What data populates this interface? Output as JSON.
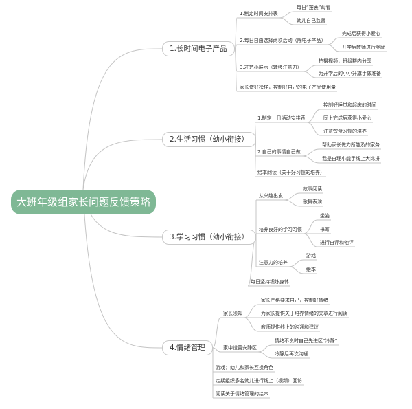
{
  "root": "大班年级组家长问题反馈策略",
  "branches": [
    {
      "label": "1.长时间电子产品",
      "children": [
        {
          "label": "1.制定时间安排表",
          "children": [
            "每日“按表”观看",
            "幼儿自己监督"
          ]
        },
        {
          "label": "2.每日自由选择两项活动（除电子产品）",
          "children": [
            "完成后获得小爱心",
            "开学后教师进行奖励"
          ]
        },
        {
          "label": "3.才艺小展示（转移注意力）",
          "children": [
            "拍摄视频，班级群内分享",
            "为开学后的小小升旗手做准备"
          ]
        },
        {
          "label": "家长做好榜样，控制好自己的电子产品使用量",
          "children": []
        }
      ]
    },
    {
      "label": "2.生活习惯（幼小衔接）",
      "children": [
        {
          "label": "1.制定一日活动安排表",
          "children": [
            "控制好睡觉和起床的时间",
            "同上完成后获得小爱心",
            "注意饮食习惯的培养"
          ]
        },
        {
          "label": "2.自己的事情自己做",
          "children": [
            "帮助家长做力所能及的家务",
            "我是自理小能手线上大比拼"
          ]
        },
        {
          "label": "绘本阅读（关于好习惯的培养）",
          "children": []
        }
      ]
    },
    {
      "label": "3.学习习惯（幼小衔接）",
      "children": [
        {
          "label": "从兴趣出发",
          "children": [
            "故事阅读",
            "歌舞表演"
          ]
        },
        {
          "label": "培养良好的学习习惯",
          "children": [
            "坐姿",
            "书写",
            "进行自评和他评"
          ]
        },
        {
          "label": "注意力的培养",
          "children": [
            "游戏",
            "绘本"
          ]
        },
        {
          "label": "每日坚持锻炼身体",
          "children": []
        }
      ]
    },
    {
      "label": "4.情绪管理",
      "children": [
        {
          "label": "家长须知",
          "children": [
            "家长严格要求自己，控制好情绪",
            "为家长提供关于培养情绪的文章进行阅读",
            "教师提供线上的沟通和建议"
          ]
        },
        {
          "label": "家中设置安静区",
          "children": [
            "情绪不良时自己先进区“冷静”",
            "冷静后再次沟通"
          ]
        },
        {
          "label": "游戏：幼儿和家长互换角色",
          "children": []
        },
        {
          "label": "定期组织多名幼儿进行线上（视频）回访",
          "children": []
        },
        {
          "label": "阅读关于情绪管理的绘本",
          "children": []
        }
      ]
    }
  ],
  "colors": {
    "root_fill": "#7fb895",
    "line": "#c4c4c4",
    "text": "#333333"
  }
}
